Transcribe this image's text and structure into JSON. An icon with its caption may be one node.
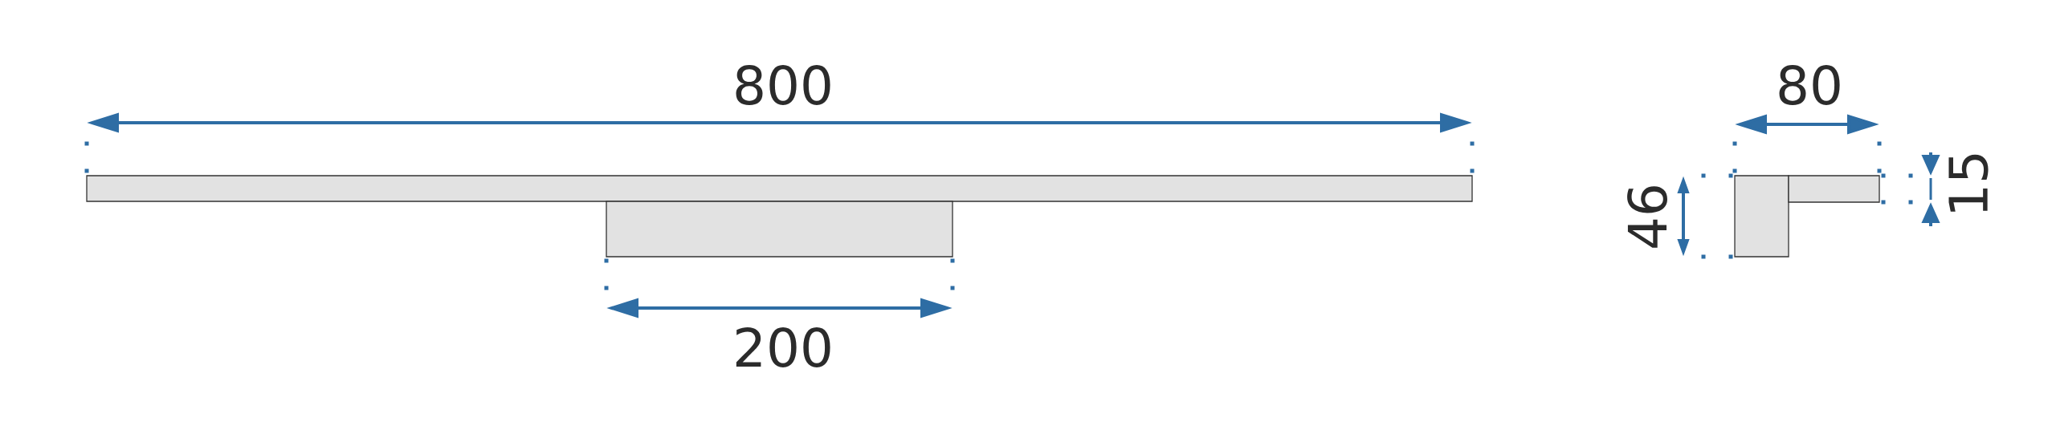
{
  "diagram": {
    "labels": [
      "800",
      "200",
      "80",
      "46",
      "15"
    ]
  }
}
